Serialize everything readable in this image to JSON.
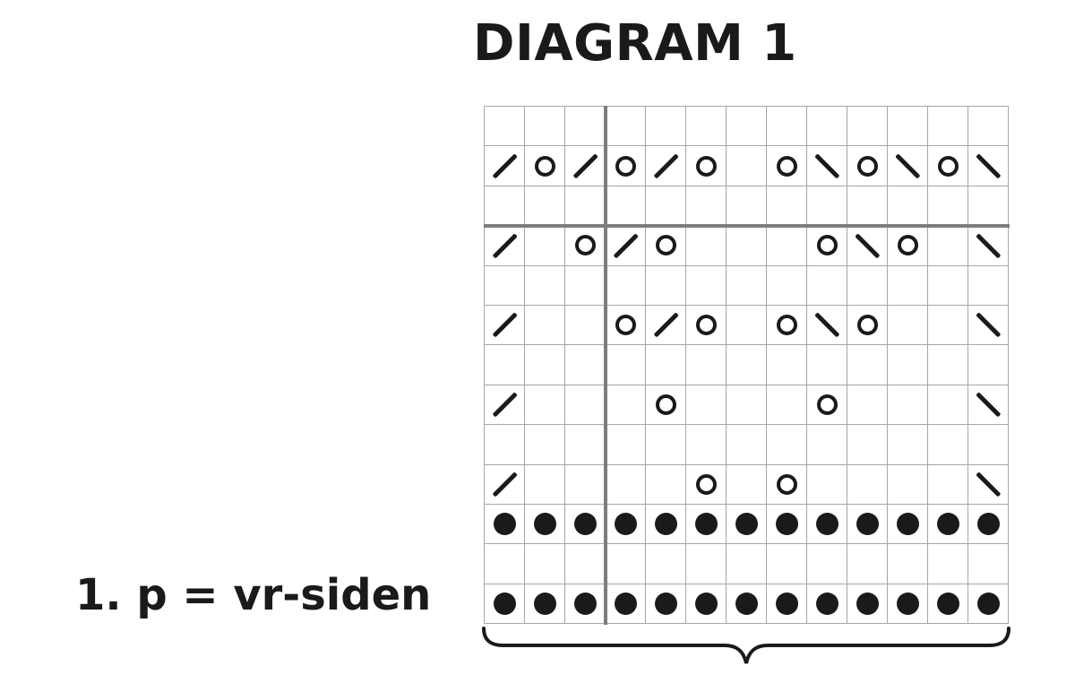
{
  "title": "DIAGRAM 1",
  "note": "1. p = vr-siden",
  "colors": {
    "ink": "#1a1a1a",
    "grid_line": "#a6a6a6",
    "divider_line": "#7d7d7d"
  },
  "chart_data": {
    "type": "knitting-chart-grid",
    "columns": 13,
    "rows": [
      ".............",
      "/o/o/o.o\\o\\o\\",
      ".............",
      "/.o/o...o\\o.\\",
      ".............",
      "/..o/o.o\\o..\\",
      ".............",
      "/...o...o...\\",
      ".............",
      "/....o.o....\\",
      "*************",
      ".............",
      "*************"
    ],
    "symbols": {
      "/": "slash",
      "\\": "backslash",
      "o": "circle",
      "*": "filled-dot",
      ".": "empty"
    },
    "divider_after_column": 3,
    "divider_after_row": 3,
    "brace": "spans-all-columns-below-chart"
  }
}
